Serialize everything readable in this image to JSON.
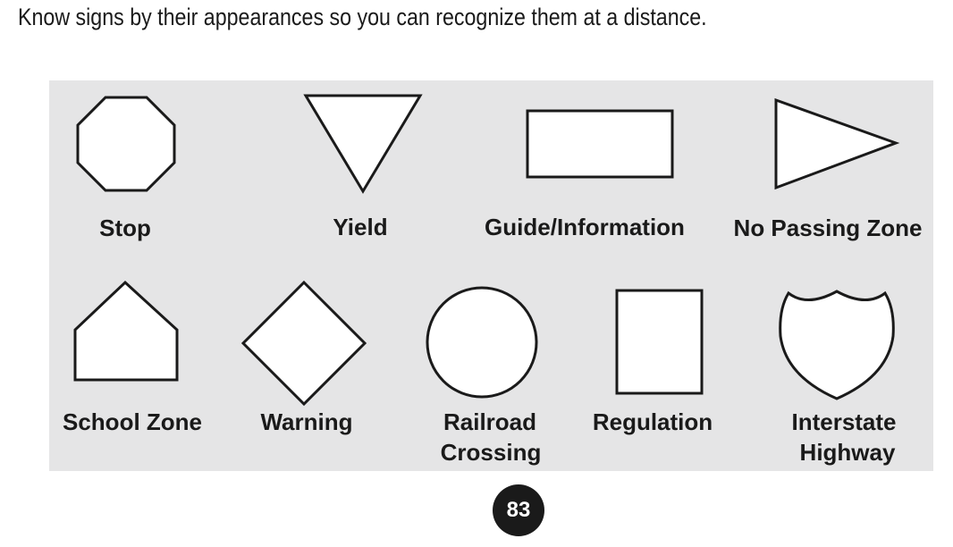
{
  "intro_text": "Know signs by their appearances so you can recognize them at a distance.",
  "signs": [
    {
      "shape": "octagon",
      "label": "Stop"
    },
    {
      "shape": "inverted-triangle",
      "label": "Yield"
    },
    {
      "shape": "horizontal-rectangle",
      "label": "Guide/Information"
    },
    {
      "shape": "pennant",
      "label": "No Passing Zone"
    },
    {
      "shape": "pentagon",
      "label": "School Zone"
    },
    {
      "shape": "diamond",
      "label": "Warning"
    },
    {
      "shape": "circle",
      "label_lines": [
        "Railroad",
        "Crossing"
      ]
    },
    {
      "shape": "vertical-rectangle",
      "label": "Regulation"
    },
    {
      "shape": "shield",
      "label_lines": [
        "Interstate",
        "Highway"
      ]
    }
  ],
  "page_number": "83",
  "colors": {
    "panel_background": "#e5e5e6",
    "outline": "#1a1a1a",
    "badge": "#1a1a1a"
  }
}
